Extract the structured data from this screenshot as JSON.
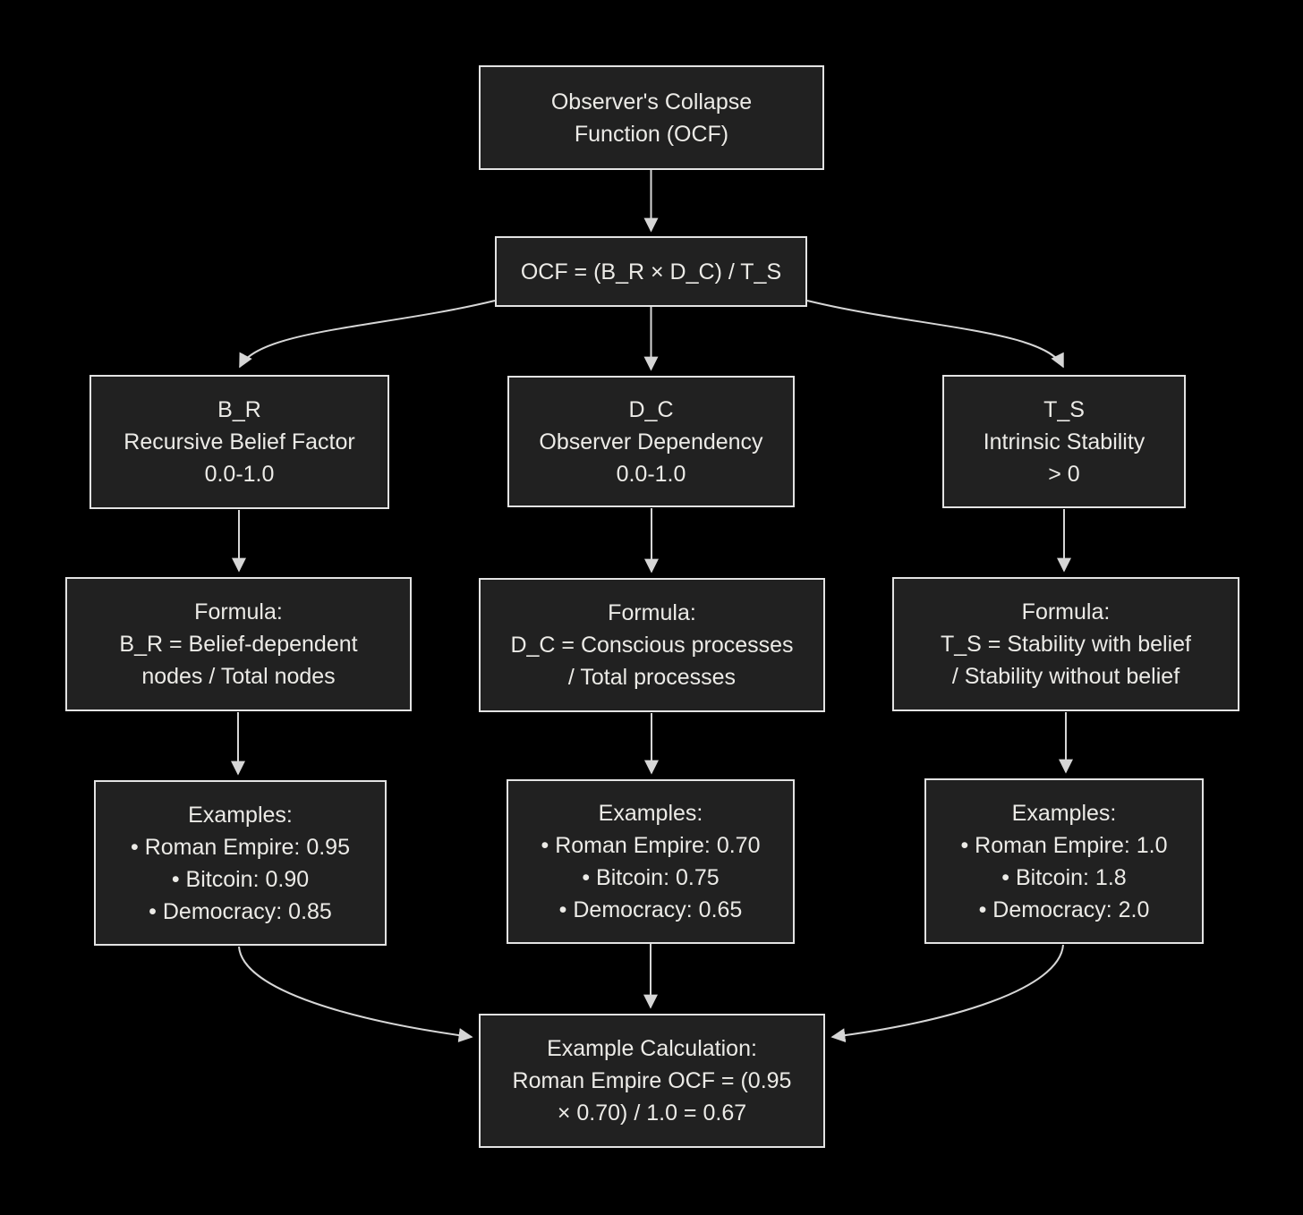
{
  "diagram": {
    "root": {
      "line1": "Observer's Collapse",
      "line2": "Function (OCF)"
    },
    "master_formula": "OCF = (B_R × D_C) / T_S",
    "br": {
      "symbol": "B_R",
      "name": "Recursive Belief Factor",
      "range": "0.0-1.0",
      "formula": {
        "header": "Formula:",
        "line1": "B_R = Belief-dependent",
        "line2": "nodes / Total nodes"
      },
      "examples": {
        "header": "Examples:",
        "item1": "• Roman Empire: 0.95",
        "item2": "• Bitcoin: 0.90",
        "item3": "• Democracy: 0.85"
      }
    },
    "dc": {
      "symbol": "D_C",
      "name": "Observer Dependency",
      "range": "0.0-1.0",
      "formula": {
        "header": "Formula:",
        "line1": "D_C = Conscious processes",
        "line2": "/ Total processes"
      },
      "examples": {
        "header": "Examples:",
        "item1": "• Roman Empire: 0.70",
        "item2": "• Bitcoin: 0.75",
        "item3": "• Democracy: 0.65"
      }
    },
    "ts": {
      "symbol": "T_S",
      "name": "Intrinsic Stability",
      "range": "> 0",
      "formula": {
        "header": "Formula:",
        "line1": "T_S = Stability with belief",
        "line2": "/ Stability without belief"
      },
      "examples": {
        "header": "Examples:",
        "item1": "• Roman Empire: 1.0",
        "item2": "• Bitcoin: 1.8",
        "item3": "• Democracy: 2.0"
      }
    },
    "calc": {
      "header": "Example Calculation:",
      "line1": "Roman Empire OCF = (0.95",
      "line2": "× 0.70) / 1.0 = 0.67"
    },
    "colors": {
      "background": "#000000",
      "node_fill": "#212121",
      "node_border": "#e3e3e3",
      "text": "#ecebe7",
      "edge": "#d6d6d6"
    }
  }
}
